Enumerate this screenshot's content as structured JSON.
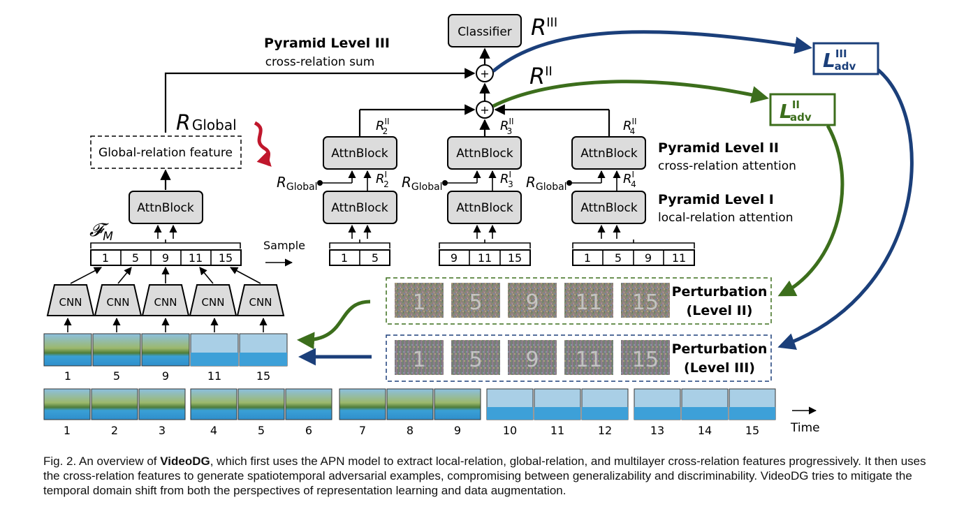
{
  "figure": {
    "classifier": "Classifier",
    "attn_block": "AttnBlock",
    "global_feature": "Global-relation feature",
    "cnn": "CNN",
    "sample": "Sample",
    "time": "Time",
    "plus": "+",
    "pyramid_iii_title": "Pyramid Level III",
    "pyramid_iii_sub": "cross-relation sum",
    "pyramid_ii_title": "Pyramid Level II",
    "pyramid_ii_sub": "cross-relation attention",
    "pyramid_i_title": "Pyramid Level I",
    "pyramid_i_sub": "local-relation attention",
    "r_global": "R",
    "r_global_sub": "Global",
    "r_iii": "R",
    "r_iii_sup": "III",
    "r_ii": "R",
    "r_ii_sup": "II",
    "loss_main": "L",
    "loss_sub": "adv",
    "loss_iii_sup": "III",
    "loss_ii_sup": "II",
    "fm_symbol": "𝓕",
    "fm_sub": "M",
    "r2_ii": "R",
    "r2_ii_sup": "II",
    "r2_ii_sub": "2",
    "r3_ii_sub": "3",
    "r4_ii_sub": "4",
    "r_i_sup": "I",
    "sampled_frames": [
      "1",
      "5",
      "9",
      "11",
      "15"
    ],
    "group1": [
      "1",
      "5"
    ],
    "group2": [
      "9",
      "11",
      "15"
    ],
    "group3": [
      "1",
      "5",
      "9",
      "11"
    ],
    "perturb_frames": [
      "1",
      "5",
      "9",
      "11",
      "15"
    ],
    "perturb_ii_title": "Perturbation",
    "perturb_ii_level": "(Level II)",
    "perturb_iii_title": "Perturbation",
    "perturb_iii_level": "(Level III)",
    "timeline": [
      "1",
      "2",
      "3",
      "4",
      "5",
      "6",
      "7",
      "8",
      "9",
      "10",
      "11",
      "12",
      "13",
      "14",
      "15"
    ]
  },
  "colors": {
    "blue": "#1b3f7a",
    "green": "#3c6e1c",
    "red": "#c0172c",
    "gray": "#dcdcdc"
  },
  "caption": {
    "prefix": "Fig. 2.  An overview of ",
    "bold": "VideoDG",
    "text": ", which first uses the APN model to extract local-relation, global-relation, and multilayer cross-relation features progressively. It then uses the cross-relation features to generate spatiotemporal adversarial examples, compromising between generalizability and discriminability. VideoDG tries to mitigate the temporal domain shift from both the perspectives of representation learning and data augmentation."
  }
}
